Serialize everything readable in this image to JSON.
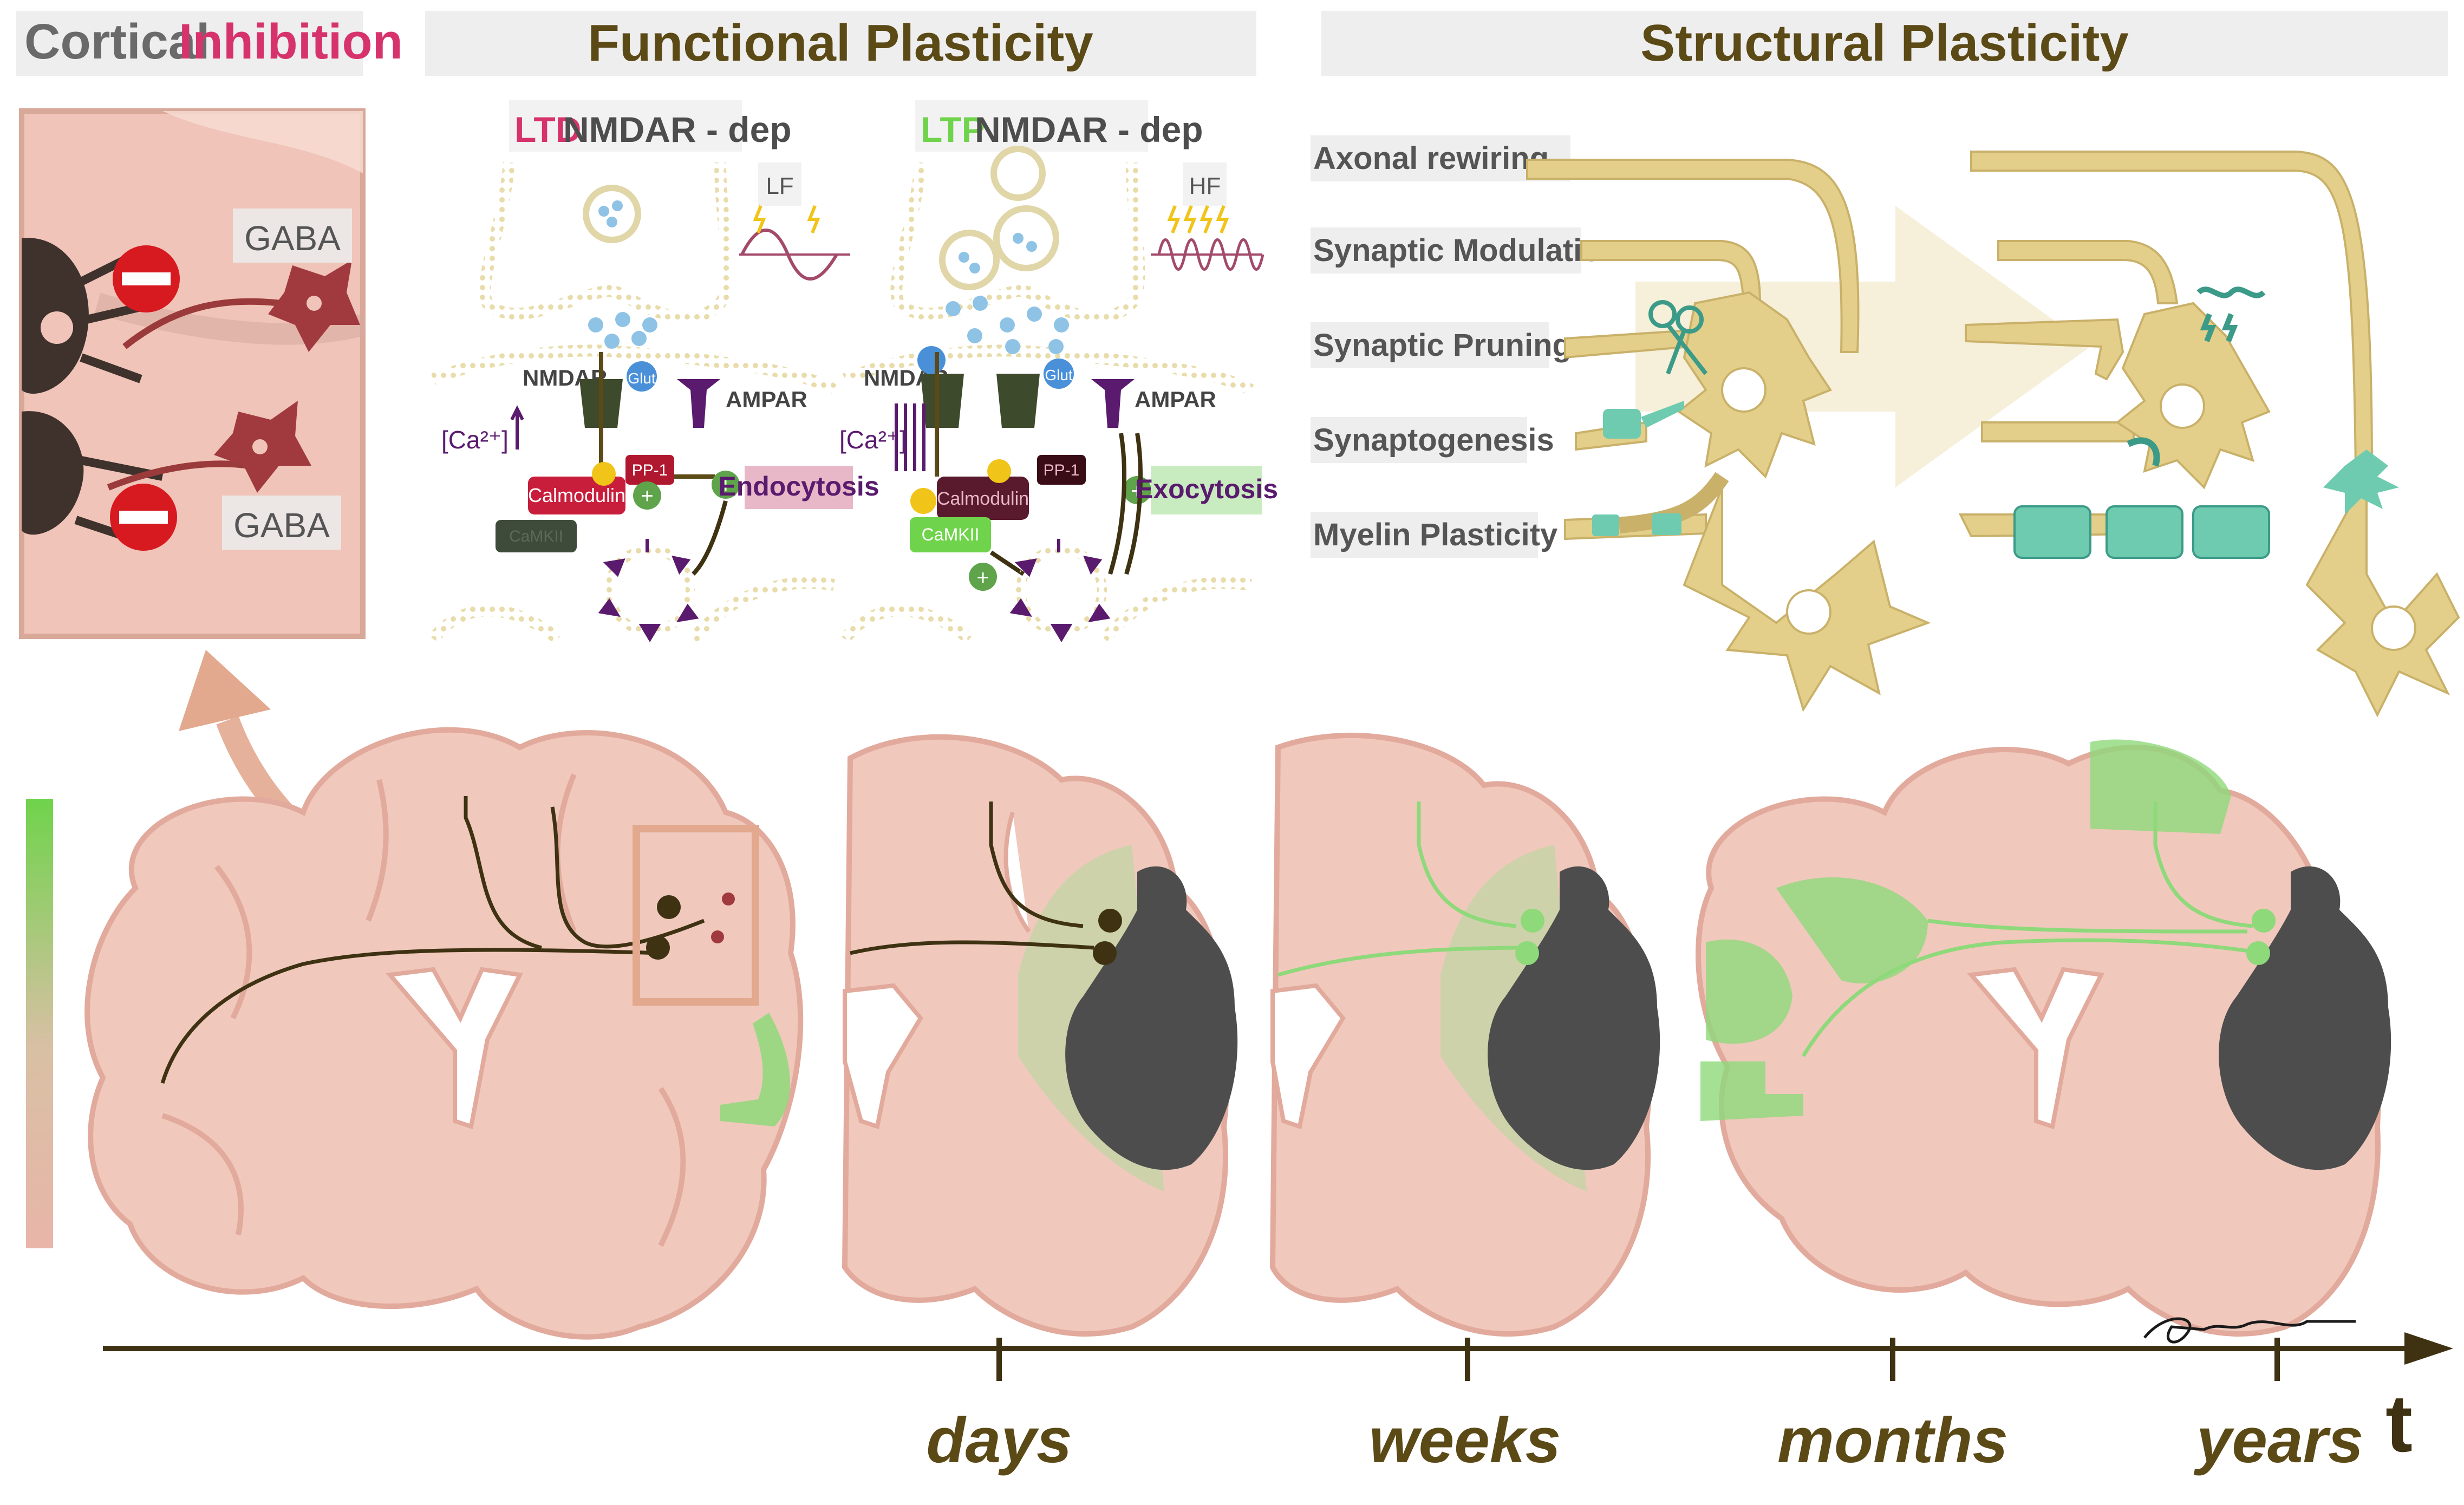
{
  "headers": {
    "cortical_a": "Cortical",
    "cortical_b": "Inhibition",
    "functional": "Functional Plasticity",
    "structural": "Structural Plasticity"
  },
  "inhibition": {
    "gaba_top": "GABA",
    "gaba_bottom": "GABA"
  },
  "ltd": {
    "title_a": "LTD",
    "title_b": "NMDAR - dep",
    "freq": "LF",
    "nmdar": "NMDAR",
    "ampar": "AMPAR",
    "glut": "Glut",
    "ca": "[Ca²⁺]",
    "calmodulin": "Calmodulin",
    "pp1": "PP-1",
    "camkii": "CaMKII",
    "process": "Endocytosis"
  },
  "ltp": {
    "title_a": "LTP",
    "title_b": "NMDAR - dep",
    "freq": "HF",
    "nmdar": "NMDAR",
    "ampar": "AMPAR",
    "glut": "Glut",
    "ca": "[Ca²⁺]",
    "calmodulin": "Calmodulin",
    "pp1": "PP-1",
    "camkii": "CaMKII",
    "process": "Exocytosis"
  },
  "structural_labels": [
    "Axonal rewiring",
    "Synaptic Modulation",
    "Synaptic Pruning",
    "Synaptogenesis",
    "Myelin Plasticity"
  ],
  "timeline": {
    "ticks": [
      "days",
      "weeks",
      "months",
      "years"
    ],
    "axis": "t"
  },
  "colors": {
    "header_bg": "#eeeeee",
    "header_text": "#5b4a16",
    "inhibition": "#d6336c",
    "ltp": "#6fd34b",
    "brain": "#f0c8bc",
    "brain_line": "#e2aa9c",
    "lesion": "#4d4d4d",
    "neuron_yellow": "#e4cf8a",
    "myelin": "#6ecbb0",
    "plasticity_green": "#8ed97a",
    "axis": "#3e3212"
  }
}
